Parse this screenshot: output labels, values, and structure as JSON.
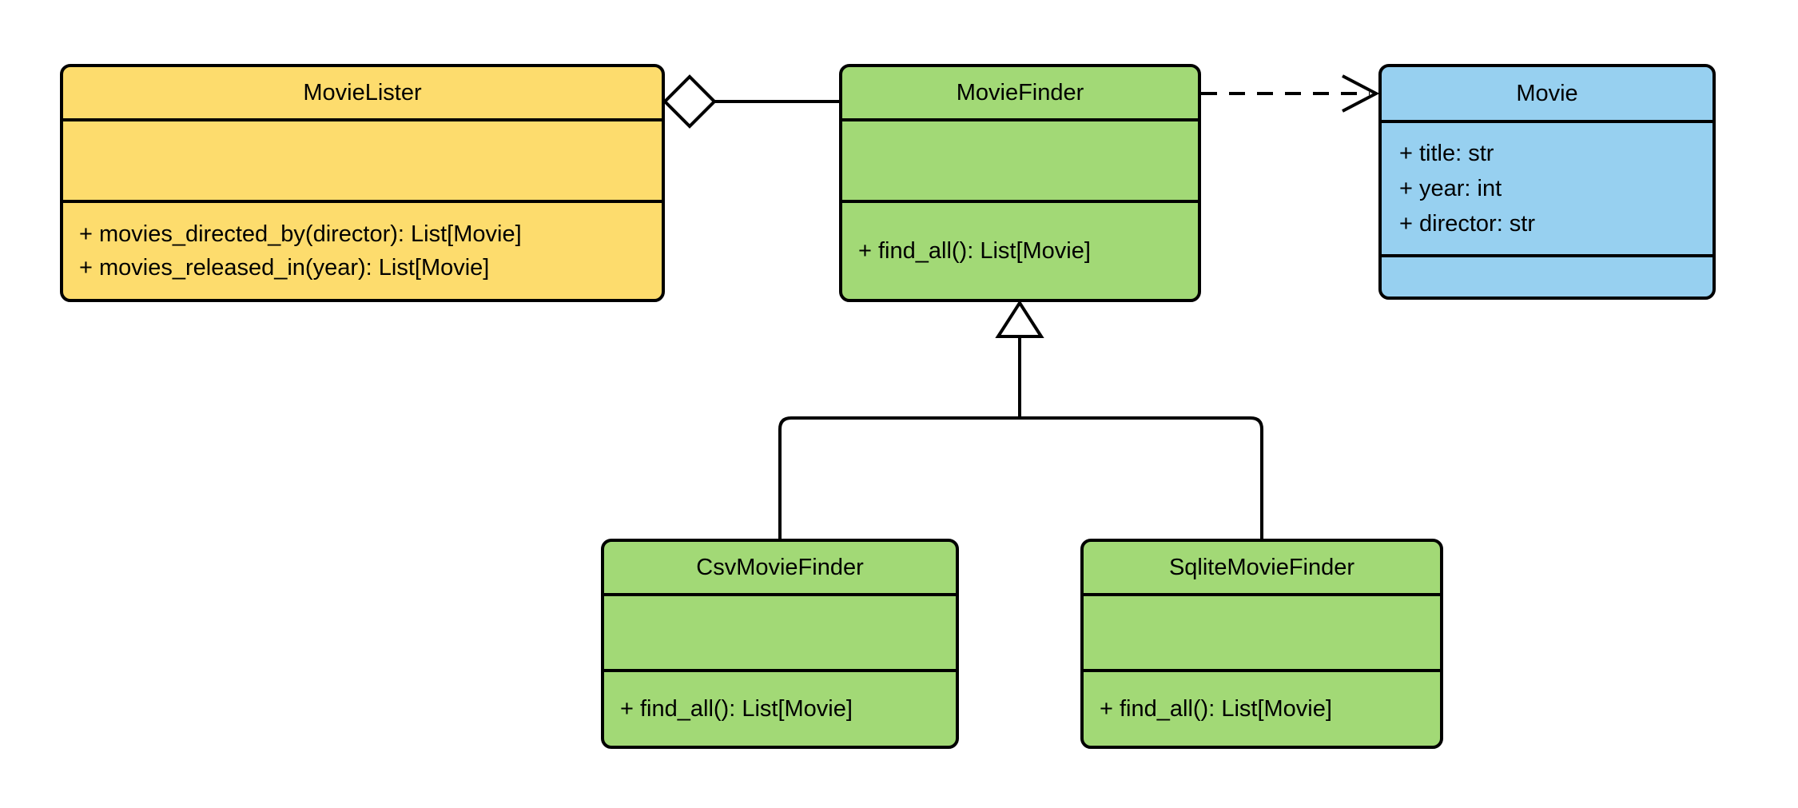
{
  "diagram": {
    "type": "uml-class-diagram",
    "background": "#FFFFFF",
    "classes": [
      {
        "name": "MovieLister",
        "fill": "#FDDC6D",
        "attributes": [],
        "methods": [
          "+ movies_directed_by(director): List[Movie]",
          "+ movies_released_in(year): List[Movie]"
        ]
      },
      {
        "name": "MovieFinder",
        "fill": "#A2D976",
        "attributes": [],
        "methods": [
          "+ find_all(): List[Movie]"
        ]
      },
      {
        "name": "Movie",
        "fill": "#97D0F0",
        "attributes": [
          "+ title: str",
          "+ year: int",
          "+ director: str"
        ],
        "methods": []
      },
      {
        "name": "CsvMovieFinder",
        "fill": "#A2D976",
        "attributes": [],
        "methods": [
          "+ find_all(): List[Movie]"
        ]
      },
      {
        "name": "SqliteMovieFinder",
        "fill": "#A2D976",
        "attributes": [],
        "methods": [
          "+ find_all(): List[Movie]"
        ]
      }
    ],
    "relationships": [
      {
        "type": "aggregation",
        "from": "MovieLister",
        "to": "MovieFinder"
      },
      {
        "type": "dependency",
        "from": "MovieFinder",
        "to": "Movie"
      },
      {
        "type": "inheritance",
        "child": "CsvMovieFinder",
        "parent": "MovieFinder"
      },
      {
        "type": "inheritance",
        "child": "SqliteMovieFinder",
        "parent": "MovieFinder"
      }
    ],
    "colors": {
      "class_yellow": "#FDDC6D",
      "class_green": "#A2D976",
      "class_blue": "#97D0F0",
      "stroke": "#000000"
    }
  }
}
